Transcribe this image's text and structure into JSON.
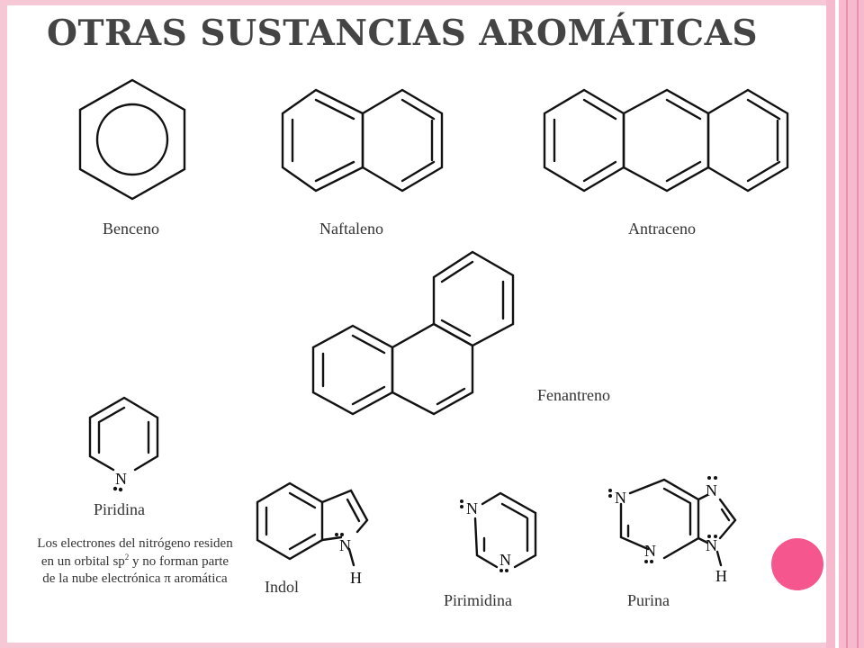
{
  "title": "OTRAS SUSTANCIAS AROMÁTICAS",
  "labels": {
    "benceno": "Benceno",
    "naftaleno": "Naftaleno",
    "antraceno": "Antraceno",
    "fenantreno": "Fenantreno",
    "piridina": "Piridina",
    "indol": "Indol",
    "pirimidina": "Pirimidina",
    "purina": "Purina"
  },
  "note": {
    "before_sup": "Los electrones del nitrógeno residen en un orbital sp",
    "sup": "2",
    "after_sup": " y no forman parte de la nube electrónica π aromática"
  },
  "atoms": {
    "nitrogen": "N",
    "hydrogen": "H"
  },
  "colors": {
    "border": "#f6c7d5",
    "accent_bar": "#f7b9cd",
    "accent_circle": "#f4568d",
    "title": "#444444"
  }
}
